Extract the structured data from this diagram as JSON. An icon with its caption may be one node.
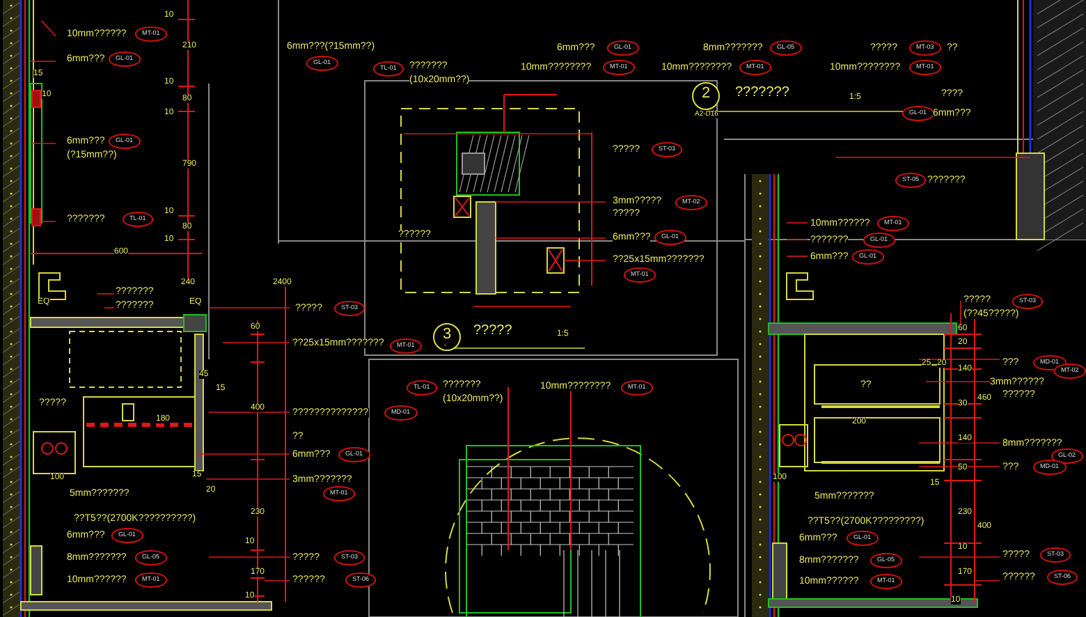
{
  "diagram": {
    "labels": [
      "10mm??????",
      "MT-01",
      "6mm???",
      "GL-01",
      "15",
      "10",
      "6mm???",
      "GL-01",
      "(?15mm??)",
      "???????",
      "TL-01",
      "10",
      "210",
      "10",
      "80",
      "10",
      "790",
      "10",
      "80",
      "10",
      "600",
      "6mm???(?15mm??)",
      "GL-01",
      "TL-01",
      "???????",
      "(10x20mm??)",
      "6mm???",
      "GL-01",
      "10mm????????",
      "MT-01",
      "8mm???????",
      "GL-05",
      "10mm????????",
      "MT-01",
      "?????",
      "MT-03",
      "??",
      "10mm????????",
      "MT-01",
      "2",
      "A2-D16",
      "???????",
      "1:5",
      "????",
      "GL-01",
      "6mm???",
      "?????",
      "ST-03",
      "3mm?????",
      "?????",
      "MT-02",
      "6mm???",
      "GL-01",
      "??????",
      "??25x15mm???????",
      "MT-01",
      "3",
      "-",
      "?????",
      "1:5",
      "MT-01",
      "TL-01",
      "???????",
      "(10x20mm??)",
      "MD-01",
      "10mm????????",
      "MT-01",
      "240",
      "2400",
      "EQ",
      "EQ",
      "???????",
      "???????",
      "?????",
      "ST-03",
      "60",
      "??25x15mm???????",
      "45",
      "15",
      "?????",
      "400",
      "??????????????",
      "180",
      "??",
      "6mm???",
      "GL-01",
      "3mm???????",
      "MT-01",
      "15",
      "20",
      "100",
      "5mm???????",
      "??T5??(2700K??????????)",
      "230",
      "6mm???",
      "GL-01",
      "8mm???????",
      "GL-05",
      "10mm??????",
      "MT-01",
      "10",
      "?????",
      "ST-03",
      "170",
      "??????",
      "ST-06",
      "10",
      "ST-05",
      "???????",
      "10mm??????",
      "MT-01",
      "???????",
      "GL-01",
      "6mm???",
      "GL-01",
      "?????",
      "(??45?????)",
      "ST-03",
      "60",
      "20",
      "25",
      "20",
      "140",
      "30",
      "140",
      "50",
      "460",
      "230",
      "400",
      "170",
      "10",
      "10",
      "15",
      "???",
      "MD-01",
      "3mm??????",
      "??????",
      "MT-02",
      "??",
      "200",
      "8mm???????",
      "GL-02",
      "???",
      "MD-01",
      "100",
      "5mm???????",
      "??T5??(2700K?????????)",
      "6mm???",
      "GL-01",
      "8mm???????",
      "GL-05",
      "10mm??????",
      "MT-01",
      "?????",
      "ST-03",
      "??????",
      "ST-06"
    ]
  }
}
